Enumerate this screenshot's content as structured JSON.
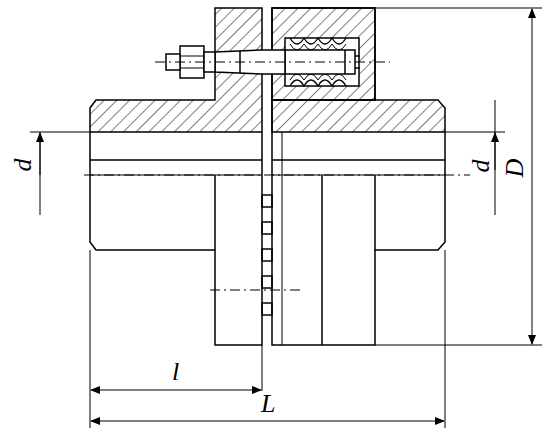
{
  "diagram": {
    "labels": [
      "d",
      "d",
      "D",
      "l",
      "L"
    ]
  }
}
